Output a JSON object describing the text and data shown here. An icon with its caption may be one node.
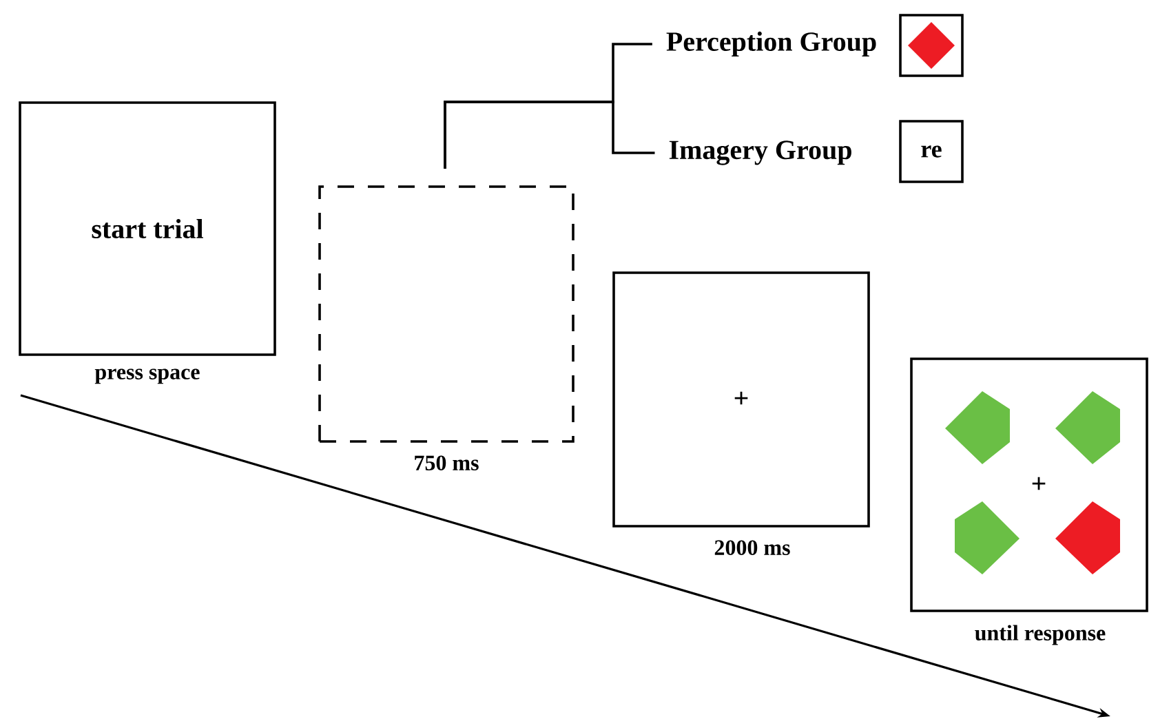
{
  "diagram": {
    "nodes": [
      {
        "text": [
          "start trial"
        ],
        "beside": [
          "press space"
        ]
      },
      {
        "text": [],
        "shape": "box",
        "beside": [
          "750 ms"
        ]
      },
      {
        "text": [
          "+"
        ],
        "beside": [
          "2000 ms"
        ]
      },
      {
        "text": [
          "+"
        ],
        "beside": [
          "until response"
        ]
      },
      {
        "text": [
          "Perception Group"
        ]
      },
      {
        "text": [
          "Imagery Group"
        ]
      },
      {
        "text": [],
        "shape": "box"
      },
      {
        "text": [
          "re"
        ]
      }
    ],
    "edges": [
      {
        "from": 1,
        "to": 4,
        "arrow": "none"
      },
      {
        "from": 1,
        "to": 5,
        "arrow": "none"
      }
    ]
  }
}
